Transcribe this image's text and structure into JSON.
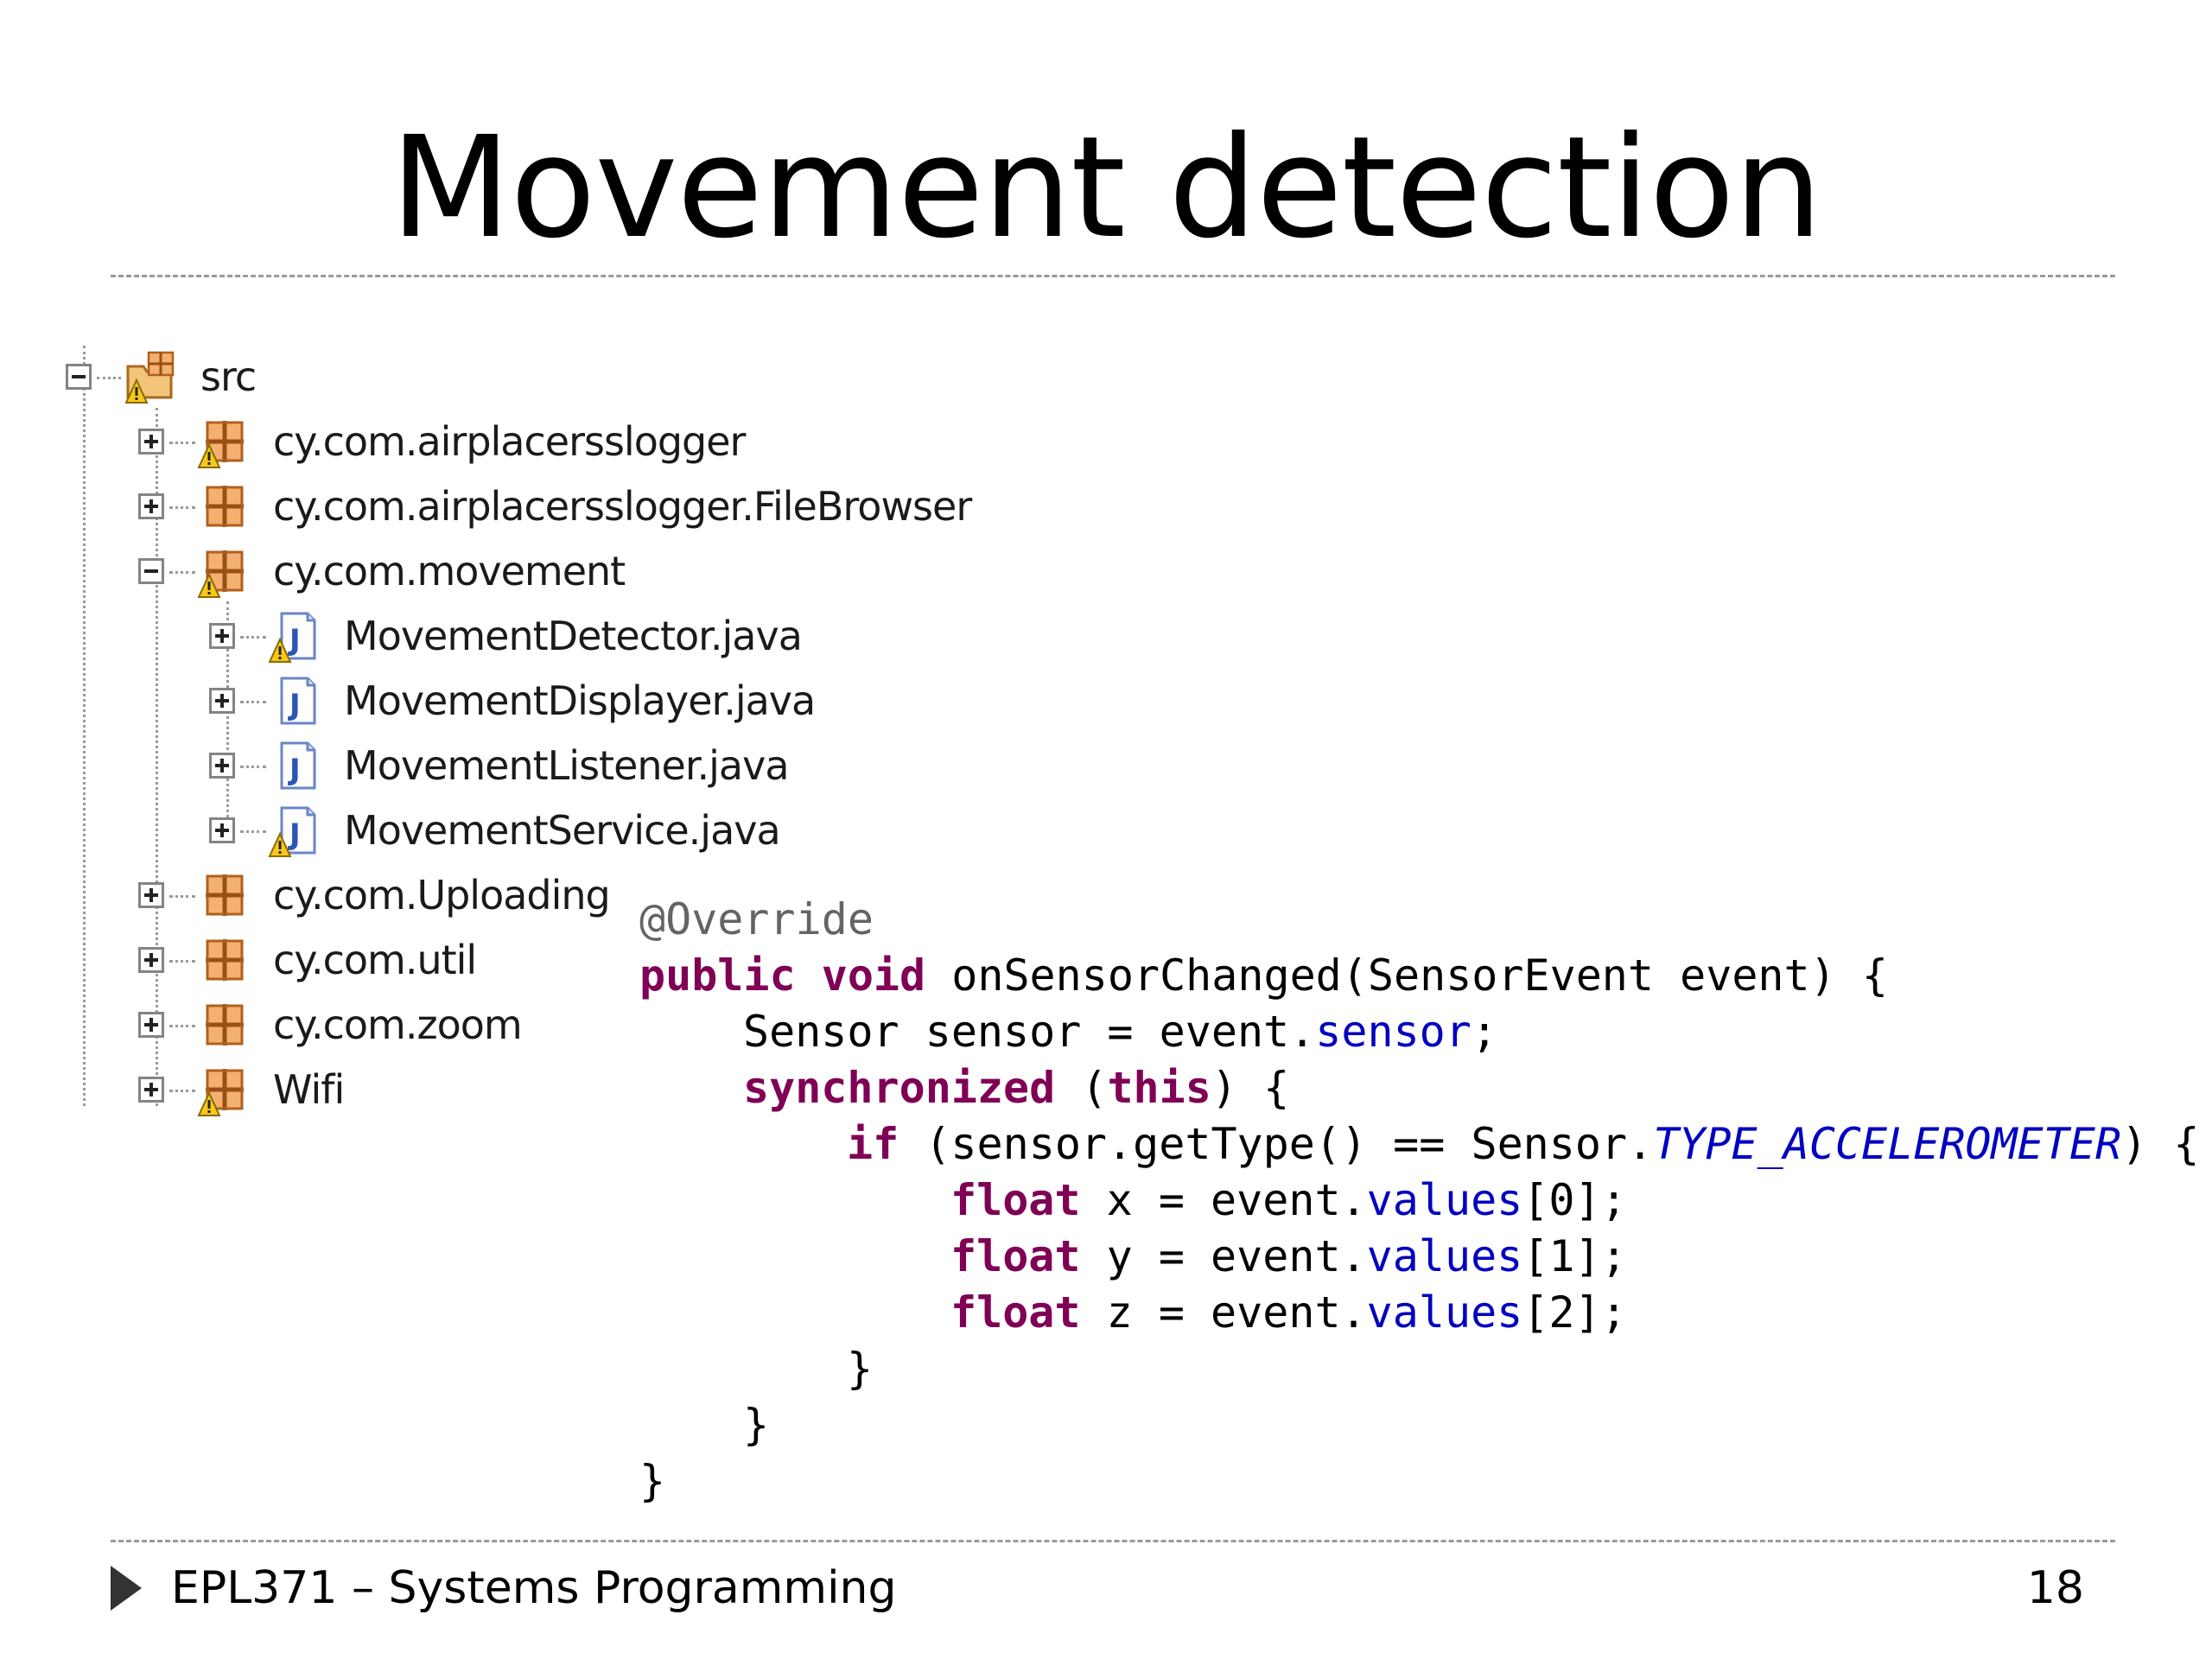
{
  "slide": {
    "title": "Movement detection",
    "footer": "EPL371 – Systems Programming",
    "page_number": "18"
  },
  "tree": {
    "root": {
      "label": "src",
      "icon": "source-folder-warning-icon",
      "expanded": true
    },
    "items": [
      {
        "label": "cy.com.airplacersslogger",
        "icon": "package-warning-icon",
        "expanded": false
      },
      {
        "label": "cy.com.airplacersslogger.FileBrowser",
        "icon": "package-icon",
        "expanded": false
      },
      {
        "label": "cy.com.movement",
        "icon": "package-warning-icon",
        "expanded": true
      },
      {
        "label": "MovementDetector.java",
        "icon": "java-file-warning-icon",
        "expanded": false
      },
      {
        "label": "MovementDisplayer.java",
        "icon": "java-file-icon",
        "expanded": false
      },
      {
        "label": "MovementListener.java",
        "icon": "java-file-icon",
        "expanded": false
      },
      {
        "label": "MovementService.java",
        "icon": "java-file-warning-icon",
        "expanded": false
      },
      {
        "label": "cy.com.Uploading",
        "icon": "package-icon",
        "expanded": false
      },
      {
        "label": "cy.com.util",
        "icon": "package-icon",
        "expanded": false
      },
      {
        "label": "cy.com.zoom",
        "icon": "package-icon",
        "expanded": false
      },
      {
        "label": "Wifi",
        "icon": "package-warning-icon",
        "expanded": false
      }
    ]
  },
  "code": {
    "annotation": "@Override",
    "l1_kw": "public void",
    "l1_rest": " onSensorChanged(SensorEvent event) {",
    "l2_a": "Sensor sensor = event.",
    "l2_field": "sensor",
    "l2_b": ";",
    "l3_kw1": "synchronized",
    "l3_mid": " (",
    "l3_kw2": "this",
    "l3_end": ") {",
    "l4_kw": "if",
    "l4_a": " (sensor.getType() == Sensor.",
    "l4_const": "TYPE_ACCELEROMETER",
    "l4_b": ") {",
    "l5_kw": "float",
    "l5_a": " x = event.",
    "l5_field": "values",
    "l5_b": "[0];",
    "l6_kw": "float",
    "l6_a": " y = event.",
    "l6_field": "values",
    "l6_b": "[1];",
    "l7_kw": "float",
    "l7_a": " z = event.",
    "l7_field": "values",
    "l7_b": "[2];",
    "close": "}"
  },
  "colors": {
    "keyword": "#7f0055",
    "field": "#0000c0",
    "annotation": "#646464",
    "package_icon": "#c87530",
    "java_icon": "#4a6fc4",
    "warning": "#f0c020"
  }
}
